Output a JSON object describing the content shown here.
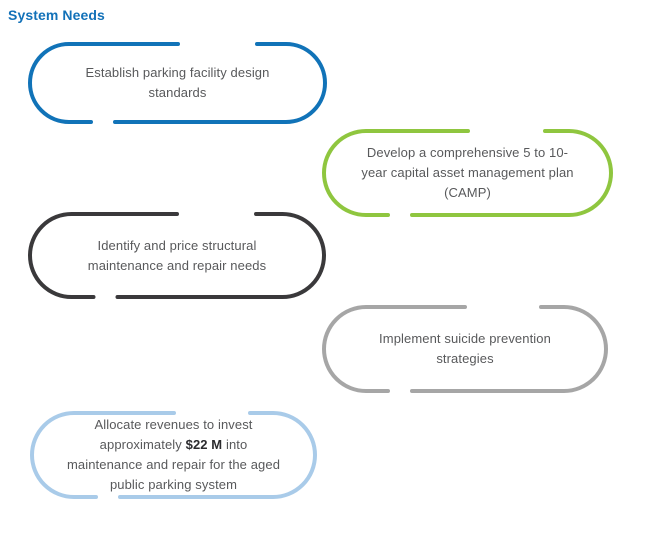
{
  "page": {
    "title": "System Needs",
    "title_color": "#1271b8",
    "background_color": "#ffffff",
    "text_color": "#58595b",
    "bold_text_color": "#2b2b2e"
  },
  "capsules": [
    {
      "name": "establish-parking-facility-design-standards",
      "color": "#1173b8",
      "lines": [
        "Establish parking facility design",
        "standards"
      ]
    },
    {
      "name": "develop-capital-asset-management-plan",
      "color": "#8fc63f",
      "lines": [
        "Develop a comprehensive 5 to 10-",
        "year capital asset management plan",
        "(CAMP)"
      ]
    },
    {
      "name": "identify-price-structural-maintenance",
      "color": "#3a393b",
      "lines": [
        "Identify and price structural",
        "maintenance and repair needs"
      ]
    },
    {
      "name": "implement-suicide-prevention-strategies",
      "color": "#a6a6a6",
      "lines": [
        "Implement suicide prevention",
        "strategies"
      ]
    },
    {
      "name": "allocate-revenues-for-maintenance",
      "color": "#a9cbe9",
      "lines": [
        "Allocate revenues to invest",
        "approximately $22 M into",
        "maintenance and repair for the aged",
        "public parking system"
      ],
      "bold_substring": "$22 M"
    }
  ]
}
